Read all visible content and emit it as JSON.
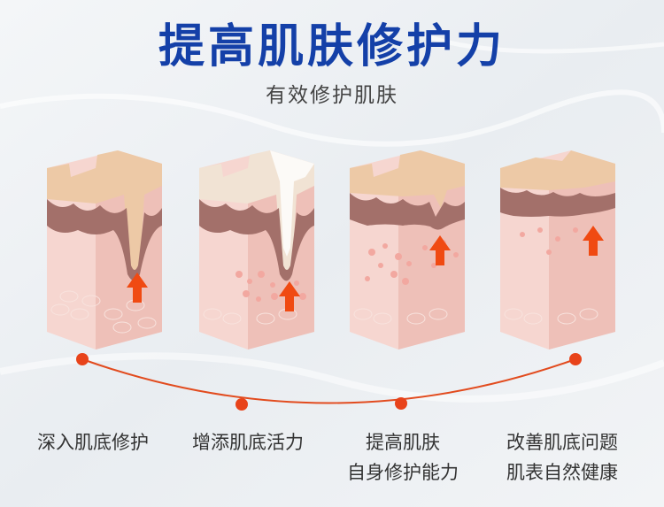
{
  "title": "提高肌肤修护力",
  "subtitle": "有效修护肌肤",
  "steps": [
    {
      "line1": "深入肌底修护",
      "line2": ""
    },
    {
      "line1": "增添肌底活力",
      "line2": ""
    },
    {
      "line1": "提高肌肤",
      "line2": "自身修护能力"
    },
    {
      "line1": "改善肌底问题",
      "line2": "肌表自然健康"
    }
  ],
  "colors": {
    "title": "#1440a8",
    "arrow": "#f04a12",
    "curve": "#e24b1e",
    "skin_top": "#e8c9a8",
    "skin_mid": "#f2c8c0",
    "skin_dark": "#9c6a62"
  },
  "icons": [
    "up-arrow-icon",
    "up-arrow-icon",
    "up-arrow-icon",
    "up-arrow-icon"
  ]
}
